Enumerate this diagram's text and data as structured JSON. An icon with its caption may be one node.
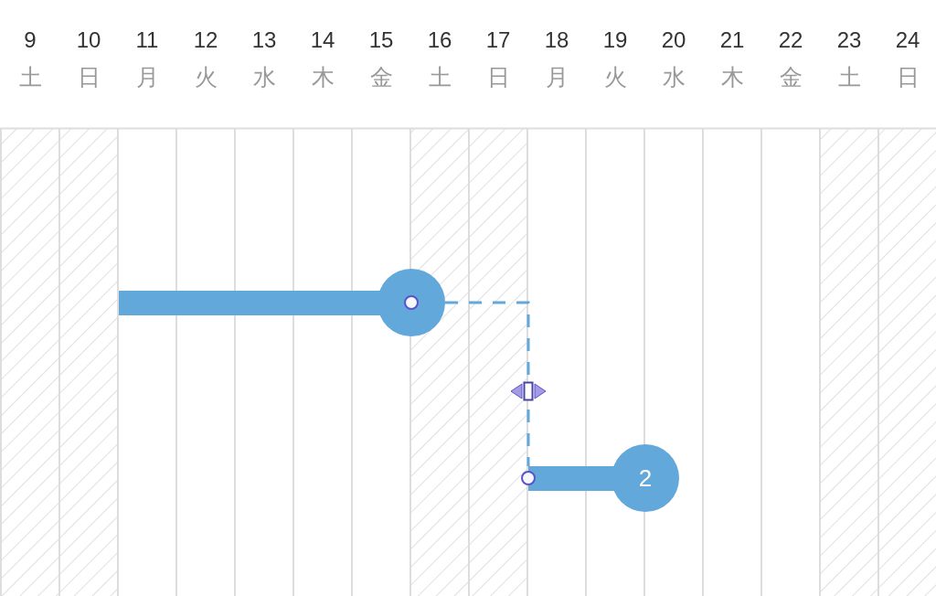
{
  "diagram": {
    "nodes": [
      {
        "text": [],
        "shape": "bar"
      },
      {
        "text": [
          "2"
        ]
      }
    ],
    "edges": [
      {
        "from": 0,
        "to": 1,
        "arrow": "none",
        "style": "dashed"
      }
    ],
    "labels": [
      "9",
      "土",
      "10",
      "日",
      "11",
      "月",
      "12",
      "火",
      "13",
      "水",
      "14",
      "木",
      "15",
      "金",
      "16",
      "土",
      "17",
      "日",
      "18",
      "月",
      "19",
      "火",
      "20",
      "水",
      "21",
      "木",
      "22",
      "金",
      "23",
      "土",
      "24",
      "日"
    ]
  }
}
